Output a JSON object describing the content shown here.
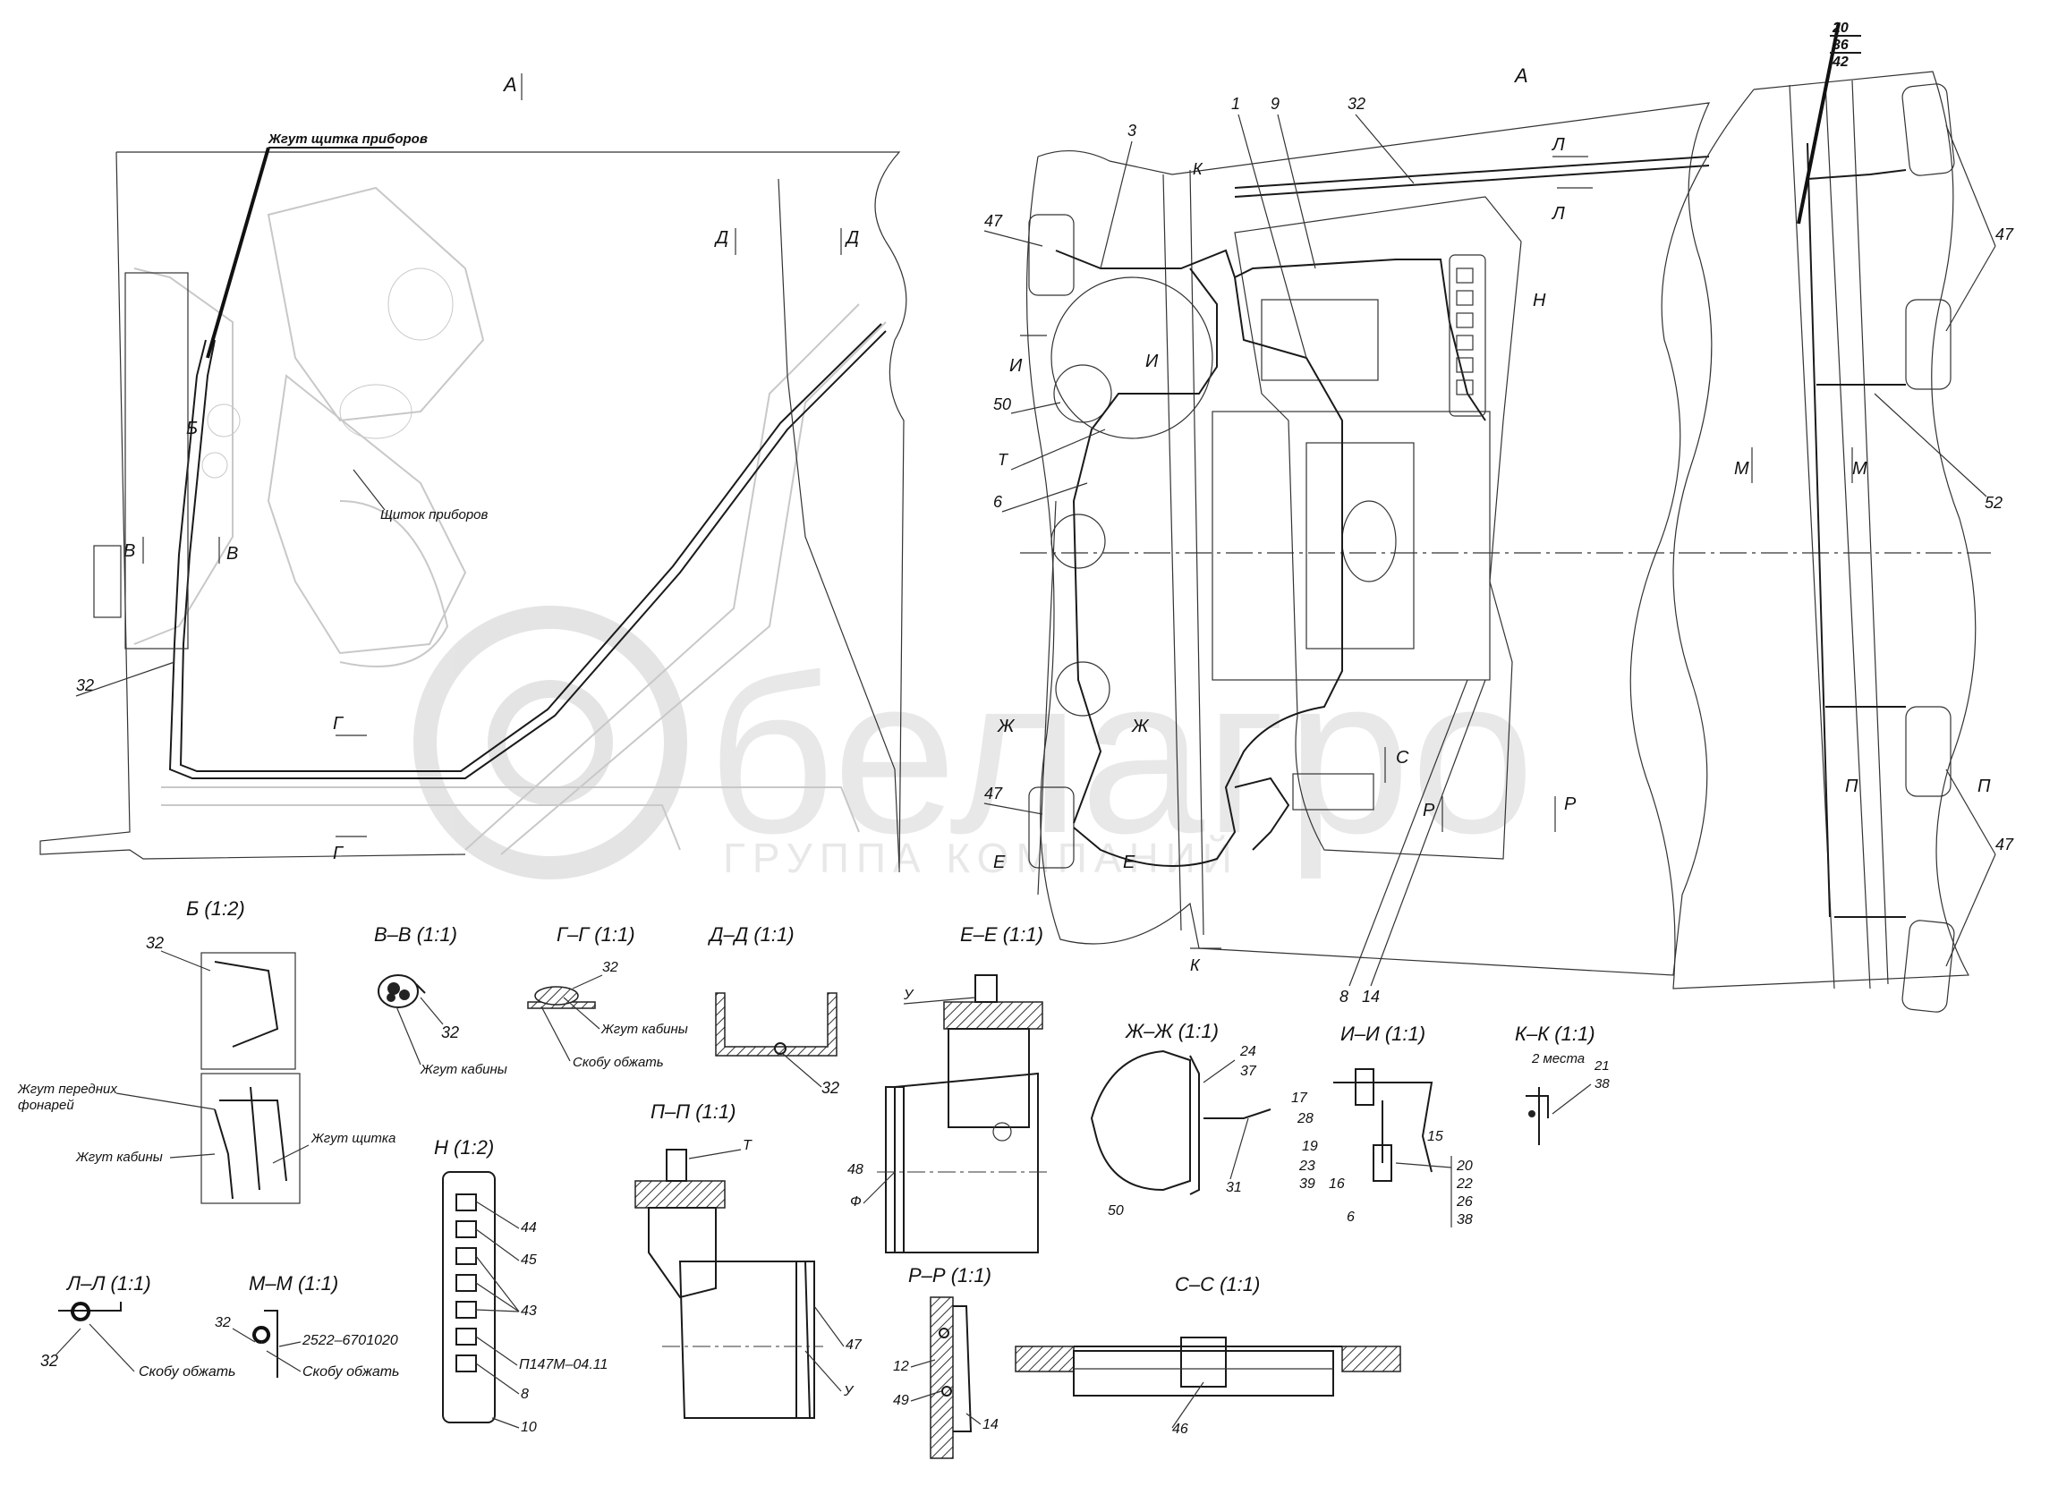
{
  "watermark": {
    "brand": "белагро",
    "tagline": "ГРУППА КОМПАНИЙ"
  },
  "views": {
    "left_title": "А",
    "right_title": "А",
    "left_callout": "Жгут щитка приборов",
    "panel_label": "Щиток приборов"
  },
  "section_marks": [
    "Д",
    "Д",
    "Б",
    "В",
    "В",
    "Г",
    "Г",
    "И",
    "И",
    "Л",
    "Л",
    "К",
    "К",
    "Ж",
    "Ж",
    "Е",
    "Е",
    "Т",
    "Н",
    "С",
    "Р",
    "Р",
    "М",
    "М",
    "П",
    "П"
  ],
  "top_right_stack": [
    "20",
    "36",
    "42"
  ],
  "positions": {
    "p32": "32",
    "p3": "3",
    "p1": "1",
    "p9": "9",
    "p47": "47",
    "p50": "50",
    "p6": "6",
    "p8": "8",
    "p14": "14",
    "p52": "52",
    "p32b": "32",
    "p32c": "32",
    "p47b": "47",
    "p47c": "47",
    "p47d": "47"
  },
  "details": {
    "b": {
      "title": "Б (1:2)",
      "pos": "32",
      "labels": [
        "Жгут передних",
        "фонарей",
        "Жгут кабины",
        "Жгут щитка"
      ]
    },
    "vv": {
      "title": "В–В (1:1)",
      "pos": "32",
      "label": "Жгут кабины"
    },
    "gg": {
      "title": "Г–Г (1:1)",
      "pos": "32",
      "labels": [
        "Жгут кабины",
        "Скобу обжать"
      ]
    },
    "dd": {
      "title": "Д–Д (1:1)",
      "pos": "32"
    },
    "ee": {
      "title": "Е–Е (1:1)",
      "marks": [
        "У",
        "48",
        "Ф"
      ]
    },
    "pp": {
      "title": "П–П (1:1)",
      "marks": [
        "Т",
        "47",
        "У"
      ]
    },
    "zhzh": {
      "title": "Ж–Ж (1:1)",
      "marks": [
        "24",
        "37",
        "50",
        "31"
      ]
    },
    "ii": {
      "title": "И–И (1:1)",
      "marks": [
        "17",
        "28",
        "19",
        "23",
        "39",
        "16",
        "6",
        "15",
        "20",
        "22",
        "26",
        "38"
      ]
    },
    "kk": {
      "title": "К–К (1:1)",
      "note": "2 места",
      "marks": [
        "21",
        "38"
      ]
    },
    "n": {
      "title": "Н (1:2)",
      "marks": [
        "44",
        "45",
        "43",
        "П147М–04.11",
        "8",
        "10"
      ]
    },
    "ll": {
      "title": "Л–Л (1:1)",
      "pos": "32",
      "label": "Скобу обжать"
    },
    "mm": {
      "title": "М–М (1:1)",
      "pos": "32",
      "part": "2522–6701020",
      "label": "Скобу обжать"
    },
    "rr": {
      "title": "Р–Р (1:1)",
      "marks": [
        "12",
        "49",
        "14"
      ]
    },
    "ss": {
      "title": "С–С (1:1)",
      "marks": [
        "46"
      ]
    }
  }
}
